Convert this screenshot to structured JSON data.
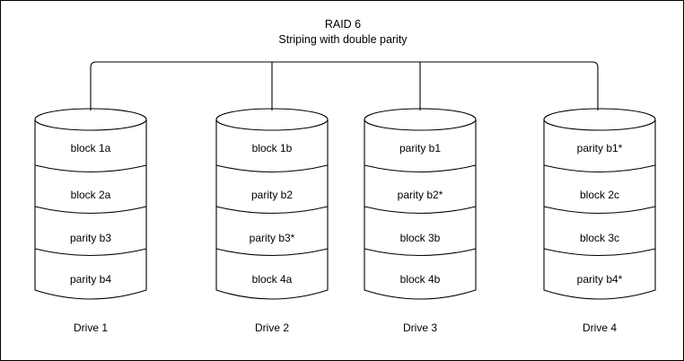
{
  "diagram": {
    "title": "RAID 6",
    "subtitle": "Striping with double parity",
    "type": "raid-layout-diagram",
    "colors": {
      "background": "#ffffff",
      "stroke": "#000000",
      "text": "#000000",
      "border": "#000000"
    },
    "bus": {
      "name": "controller-bus",
      "orientation": "horizontal",
      "drop_count": 4
    },
    "drives": [
      {
        "label": "Drive 1",
        "cells": [
          "block 1a",
          "block 2a",
          "parity b3",
          "parity b4"
        ]
      },
      {
        "label": "Drive 2",
        "cells": [
          "block 1b",
          "parity b2",
          "parity b3*",
          "block 4a"
        ]
      },
      {
        "label": "Drive 3",
        "cells": [
          "parity b1",
          "parity b2*",
          "block 3b",
          "block 4b"
        ]
      },
      {
        "label": "Drive 4",
        "cells": [
          "parity b1*",
          "block 2c",
          "block 3c",
          "parity b4*"
        ]
      }
    ]
  }
}
